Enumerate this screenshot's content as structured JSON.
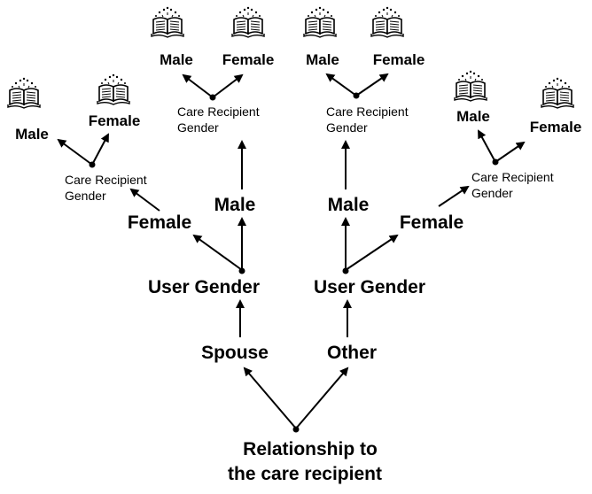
{
  "root": {
    "line1": "Relationship to",
    "line2": "the care recipient"
  },
  "spouse": "Spouse",
  "other": "Other",
  "user_gender_left": "User Gender",
  "user_gender_right": "User Gender",
  "left_female": "Female",
  "left_male": "Male",
  "right_male": "Male",
  "right_female": "Female",
  "crg": {
    "line1": "Care Recipient",
    "line2": "Gender"
  },
  "leaves": {
    "l1_male": "Male",
    "l1_female": "Female",
    "l2_male": "Male",
    "l2_female": "Female",
    "l3_male": "Male",
    "l3_female": "Female",
    "l4_male": "Male",
    "l4_female": "Female"
  },
  "icon": "book-sparkle-icon"
}
